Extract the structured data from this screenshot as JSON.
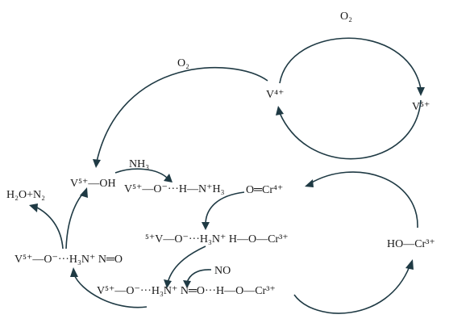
{
  "diagram": {
    "labels": {
      "o2_top": "O₂",
      "o2_left": "O₂",
      "v4": "V⁴⁺",
      "v5_right": "V⁵⁺",
      "nh3": "NH₃",
      "v5_oh": "V⁵⁺—OH",
      "h2o_n2": "H₂O+N₂",
      "adsorbed_nh3": "V⁵⁺—O⁻···H—N⁺H₃",
      "cr4": "O═Cr⁴⁺",
      "intermediate_mid": "⁵⁺V—O⁻···H₃N⁺  H—O—Cr³⁺",
      "nitrosamide": "V⁵⁺—O⁻···H₃N⁺ N═O",
      "no": "NO",
      "intermediate_bottom": "V⁵⁺—O⁻···H₃N⁺ N═O···H—O—Cr³⁺",
      "ho_cr3": "HO—Cr³⁺"
    },
    "line_color": "#1f3a44"
  }
}
